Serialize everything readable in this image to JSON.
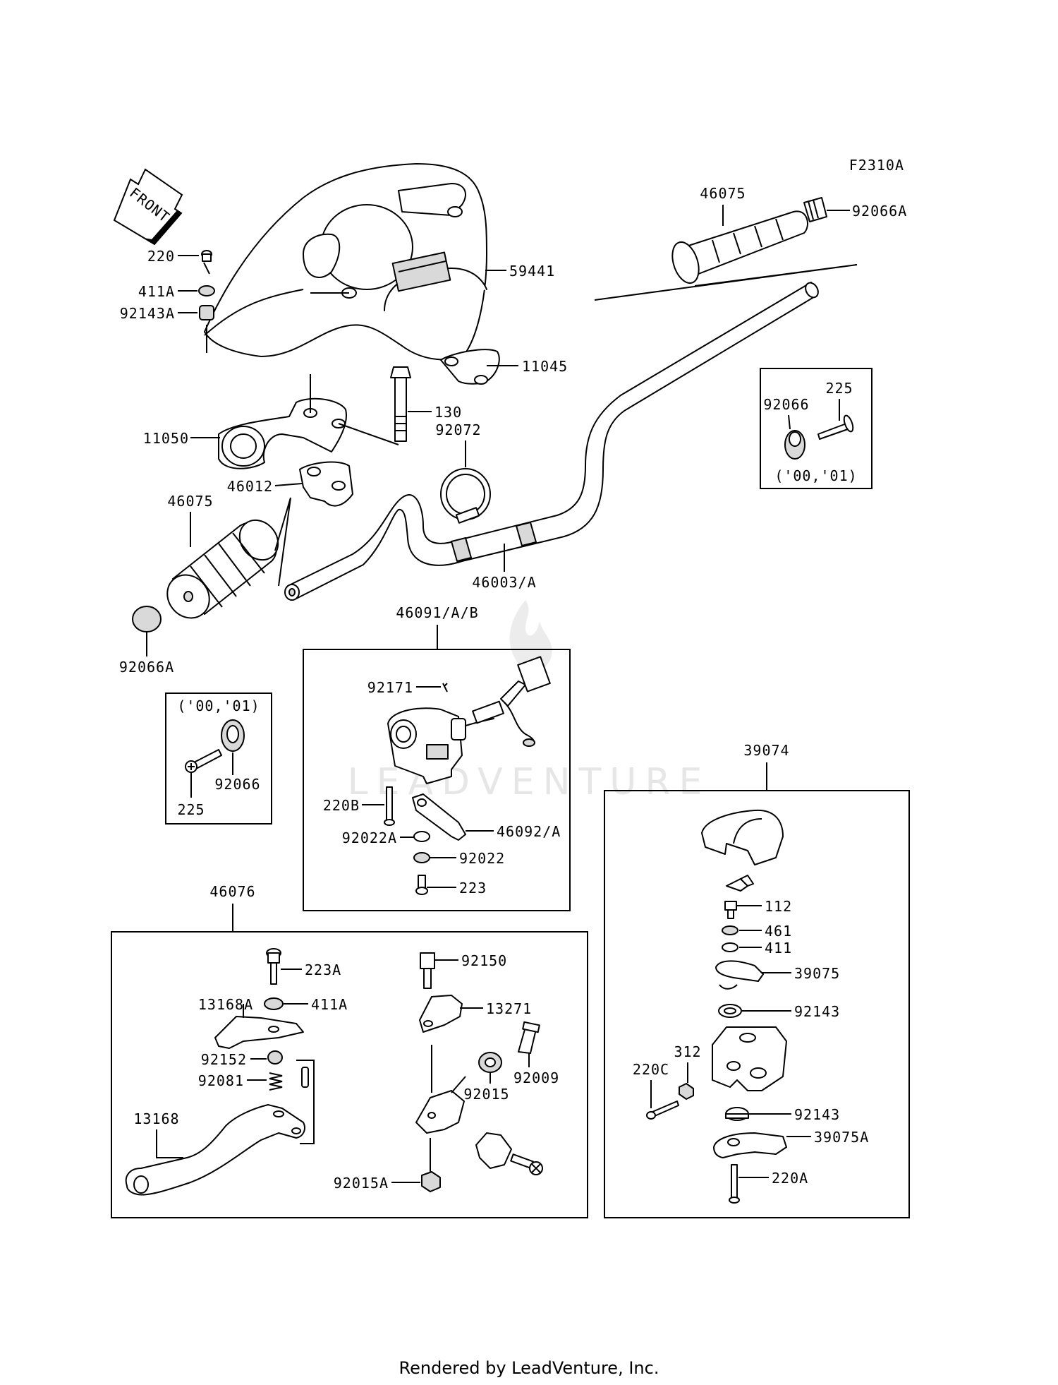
{
  "diagram": {
    "figure_code": "F2310A",
    "front_label": "FRONT",
    "watermark": "LEADVENTURE",
    "footer": "Rendered by LeadVenture, Inc.",
    "labels": {
      "l_46075_r": "46075",
      "l_92066A_r": "92066A",
      "l_220": "220",
      "l_411A_top": "411A",
      "l_92143A": "92143A",
      "l_59441": "59441",
      "l_11045": "11045",
      "l_130": "130",
      "l_11050": "11050",
      "l_92072": "92072",
      "l_46012": "46012",
      "l_46075_l": "46075",
      "l_46003A": "46003/A",
      "l_92066A_l": "92066A",
      "l_92066_r": "92066",
      "l_225_r": "225",
      "l_years_r": "('00,'01)",
      "l_years_l": "('00,'01)",
      "l_92066_l": "92066",
      "l_225_l": "225",
      "l_46091": "46091/A/B",
      "l_92171": "92171",
      "l_220B": "220B",
      "l_46092A": "46092/A",
      "l_92022A": "92022A",
      "l_92022": "92022",
      "l_223": "223",
      "l_39074": "39074",
      "l_46076": "46076",
      "l_223A": "223A",
      "l_13168A": "13168A",
      "l_411A_mid": "411A",
      "l_92152": "92152",
      "l_92081": "92081",
      "l_13168": "13168",
      "l_92150": "92150",
      "l_13271": "13271",
      "l_92009": "92009",
      "l_92015": "92015",
      "l_92015A": "92015A",
      "l_112": "112",
      "l_461": "461",
      "l_411": "411",
      "l_39075": "39075",
      "l_92143_a": "92143",
      "l_312": "312",
      "l_220C": "220C",
      "l_92143_b": "92143",
      "l_39075A": "39075A",
      "l_220A": "220A"
    }
  }
}
